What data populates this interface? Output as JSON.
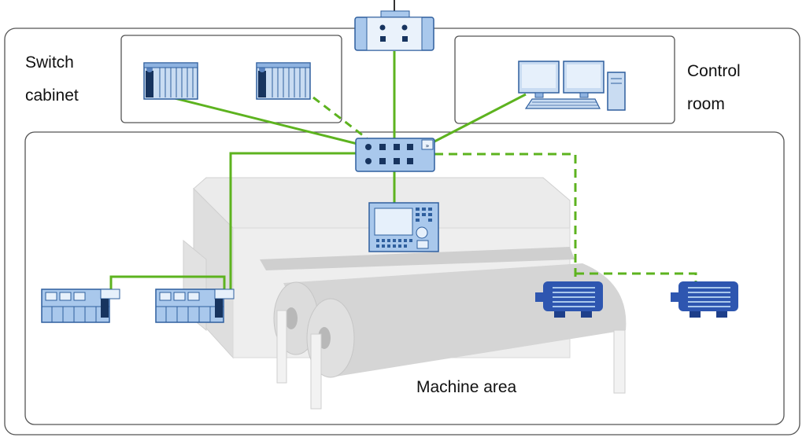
{
  "labels": {
    "switch_cabinet_line1": "Switch",
    "switch_cabinet_line2": "cabinet",
    "control_room_line1": "Control",
    "control_room_line2": "room",
    "machine_area": "Machine area"
  },
  "colors": {
    "network_line": "#5db31f",
    "device_fill": "#a9c8ec",
    "device_stroke": "#2f5f9e",
    "motor": "#2e56b0",
    "machine": "#d8d8d8",
    "frame": "#555555"
  },
  "connections": [
    {
      "from": "top-switch",
      "to": "main-switch",
      "style": "solid"
    },
    {
      "from": "controller-cabinet-1",
      "to": "main-switch",
      "style": "solid"
    },
    {
      "from": "controller-cabinet-2",
      "to": "main-switch",
      "style": "dashed"
    },
    {
      "from": "pc-workstation",
      "to": "main-switch",
      "style": "solid"
    },
    {
      "from": "main-switch",
      "to": "operator-panel",
      "style": "solid"
    },
    {
      "from": "main-switch",
      "to": "io-module-2",
      "style": "solid"
    },
    {
      "from": "io-module-2",
      "to": "io-module-1",
      "style": "solid"
    },
    {
      "from": "main-switch",
      "to": "motor-1",
      "style": "dashed"
    },
    {
      "from": "motor-1",
      "to": "motor-2",
      "style": "dashed"
    }
  ]
}
